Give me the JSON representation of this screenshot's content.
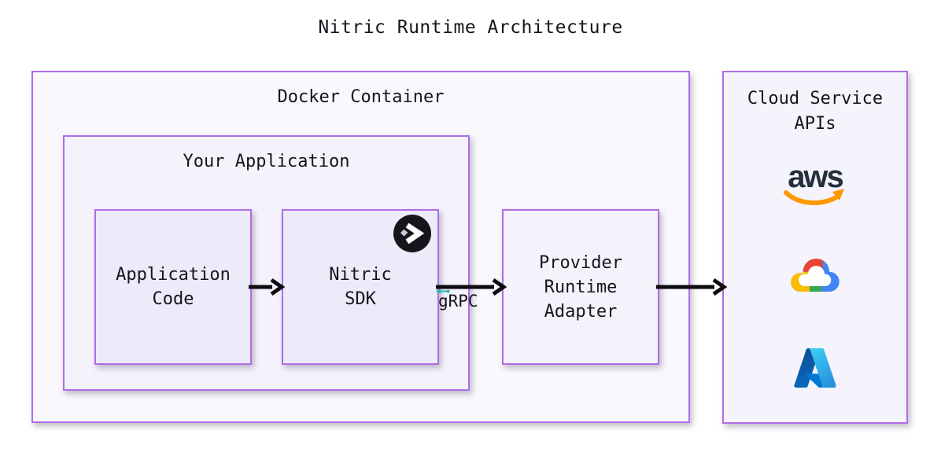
{
  "title": "Nitric Runtime Architecture",
  "docker": {
    "label": "Docker Container"
  },
  "your_app": {
    "label": "Your Application"
  },
  "app_code": {
    "lines": [
      "Application",
      "Code"
    ]
  },
  "nitric_sdk": {
    "lines": [
      "Nitric",
      "SDK"
    ]
  },
  "provider": {
    "lines": [
      "Provider",
      "Runtime",
      "Adapter"
    ]
  },
  "cloud": {
    "lines": [
      "Cloud Service",
      "APIs"
    ],
    "provider_logos": [
      "aws-logo",
      "google-cloud-logo",
      "azure-logo"
    ]
  },
  "grpc": {
    "label": "gRPC"
  },
  "aws": {
    "wordmark": "aws"
  },
  "icons": {
    "nitric_logo": "nitric-logo",
    "grpc_mark": "grpc-arrow-mark"
  },
  "colors": {
    "box_border": "#b26ce6",
    "docker_fill": "#f8f8fd",
    "panel_fill": "#f4f3fc",
    "inner_fill": "#ebebfa",
    "text": "#15151d",
    "arrow": "#0b0b10",
    "grpc_teal": "#2cb5aa",
    "aws_navy": "#252f3e",
    "aws_orange": "#ff9900",
    "gcp_red": "#ea4335",
    "gcp_yellow": "#fbbc04",
    "gcp_green": "#34a853",
    "gcp_blue": "#4285f4",
    "azure_dark": "#114a8b",
    "azure_mid": "#0078d4",
    "azure_light": "#3ccbf4",
    "nitric_black": "#15151c"
  }
}
